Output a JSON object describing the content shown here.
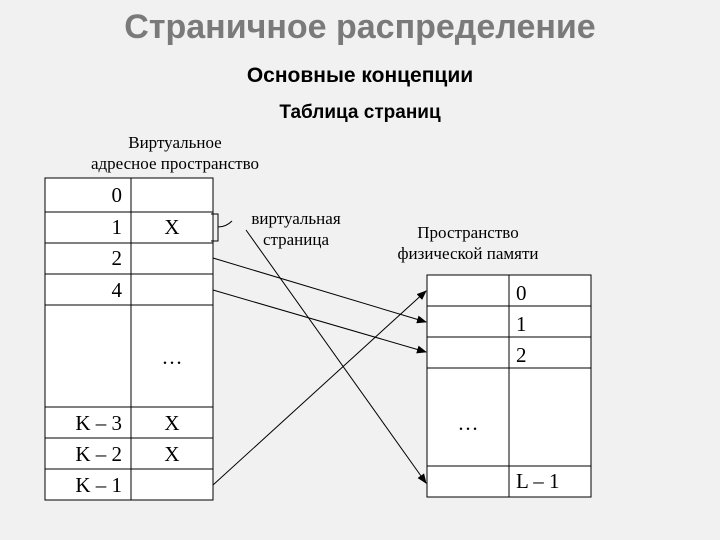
{
  "title": "Страничное распределение",
  "subtitle": "Основные концепции",
  "section_title": "Таблица страниц",
  "virtual_space_label_line1": "Виртуальное",
  "virtual_space_label_line2": "адресное пространство",
  "virtual_page_label_line1": "виртуальная",
  "virtual_page_label_line2": "страница",
  "physical_space_label_line1": "Пространство",
  "physical_space_label_line2": "физической памяти",
  "virtual_rows": [
    {
      "index": "0",
      "mark": ""
    },
    {
      "index": "1",
      "mark": "X"
    },
    {
      "index": "2",
      "mark": ""
    },
    {
      "index": "4",
      "mark": ""
    },
    {
      "index": "K – 3",
      "mark": "X"
    },
    {
      "index": "K – 2",
      "mark": "X"
    },
    {
      "index": "K – 1",
      "mark": ""
    }
  ],
  "virtual_ellipsis": "…",
  "physical_rows": [
    "0",
    "1",
    "2",
    "L – 1"
  ],
  "physical_ellipsis": "…"
}
